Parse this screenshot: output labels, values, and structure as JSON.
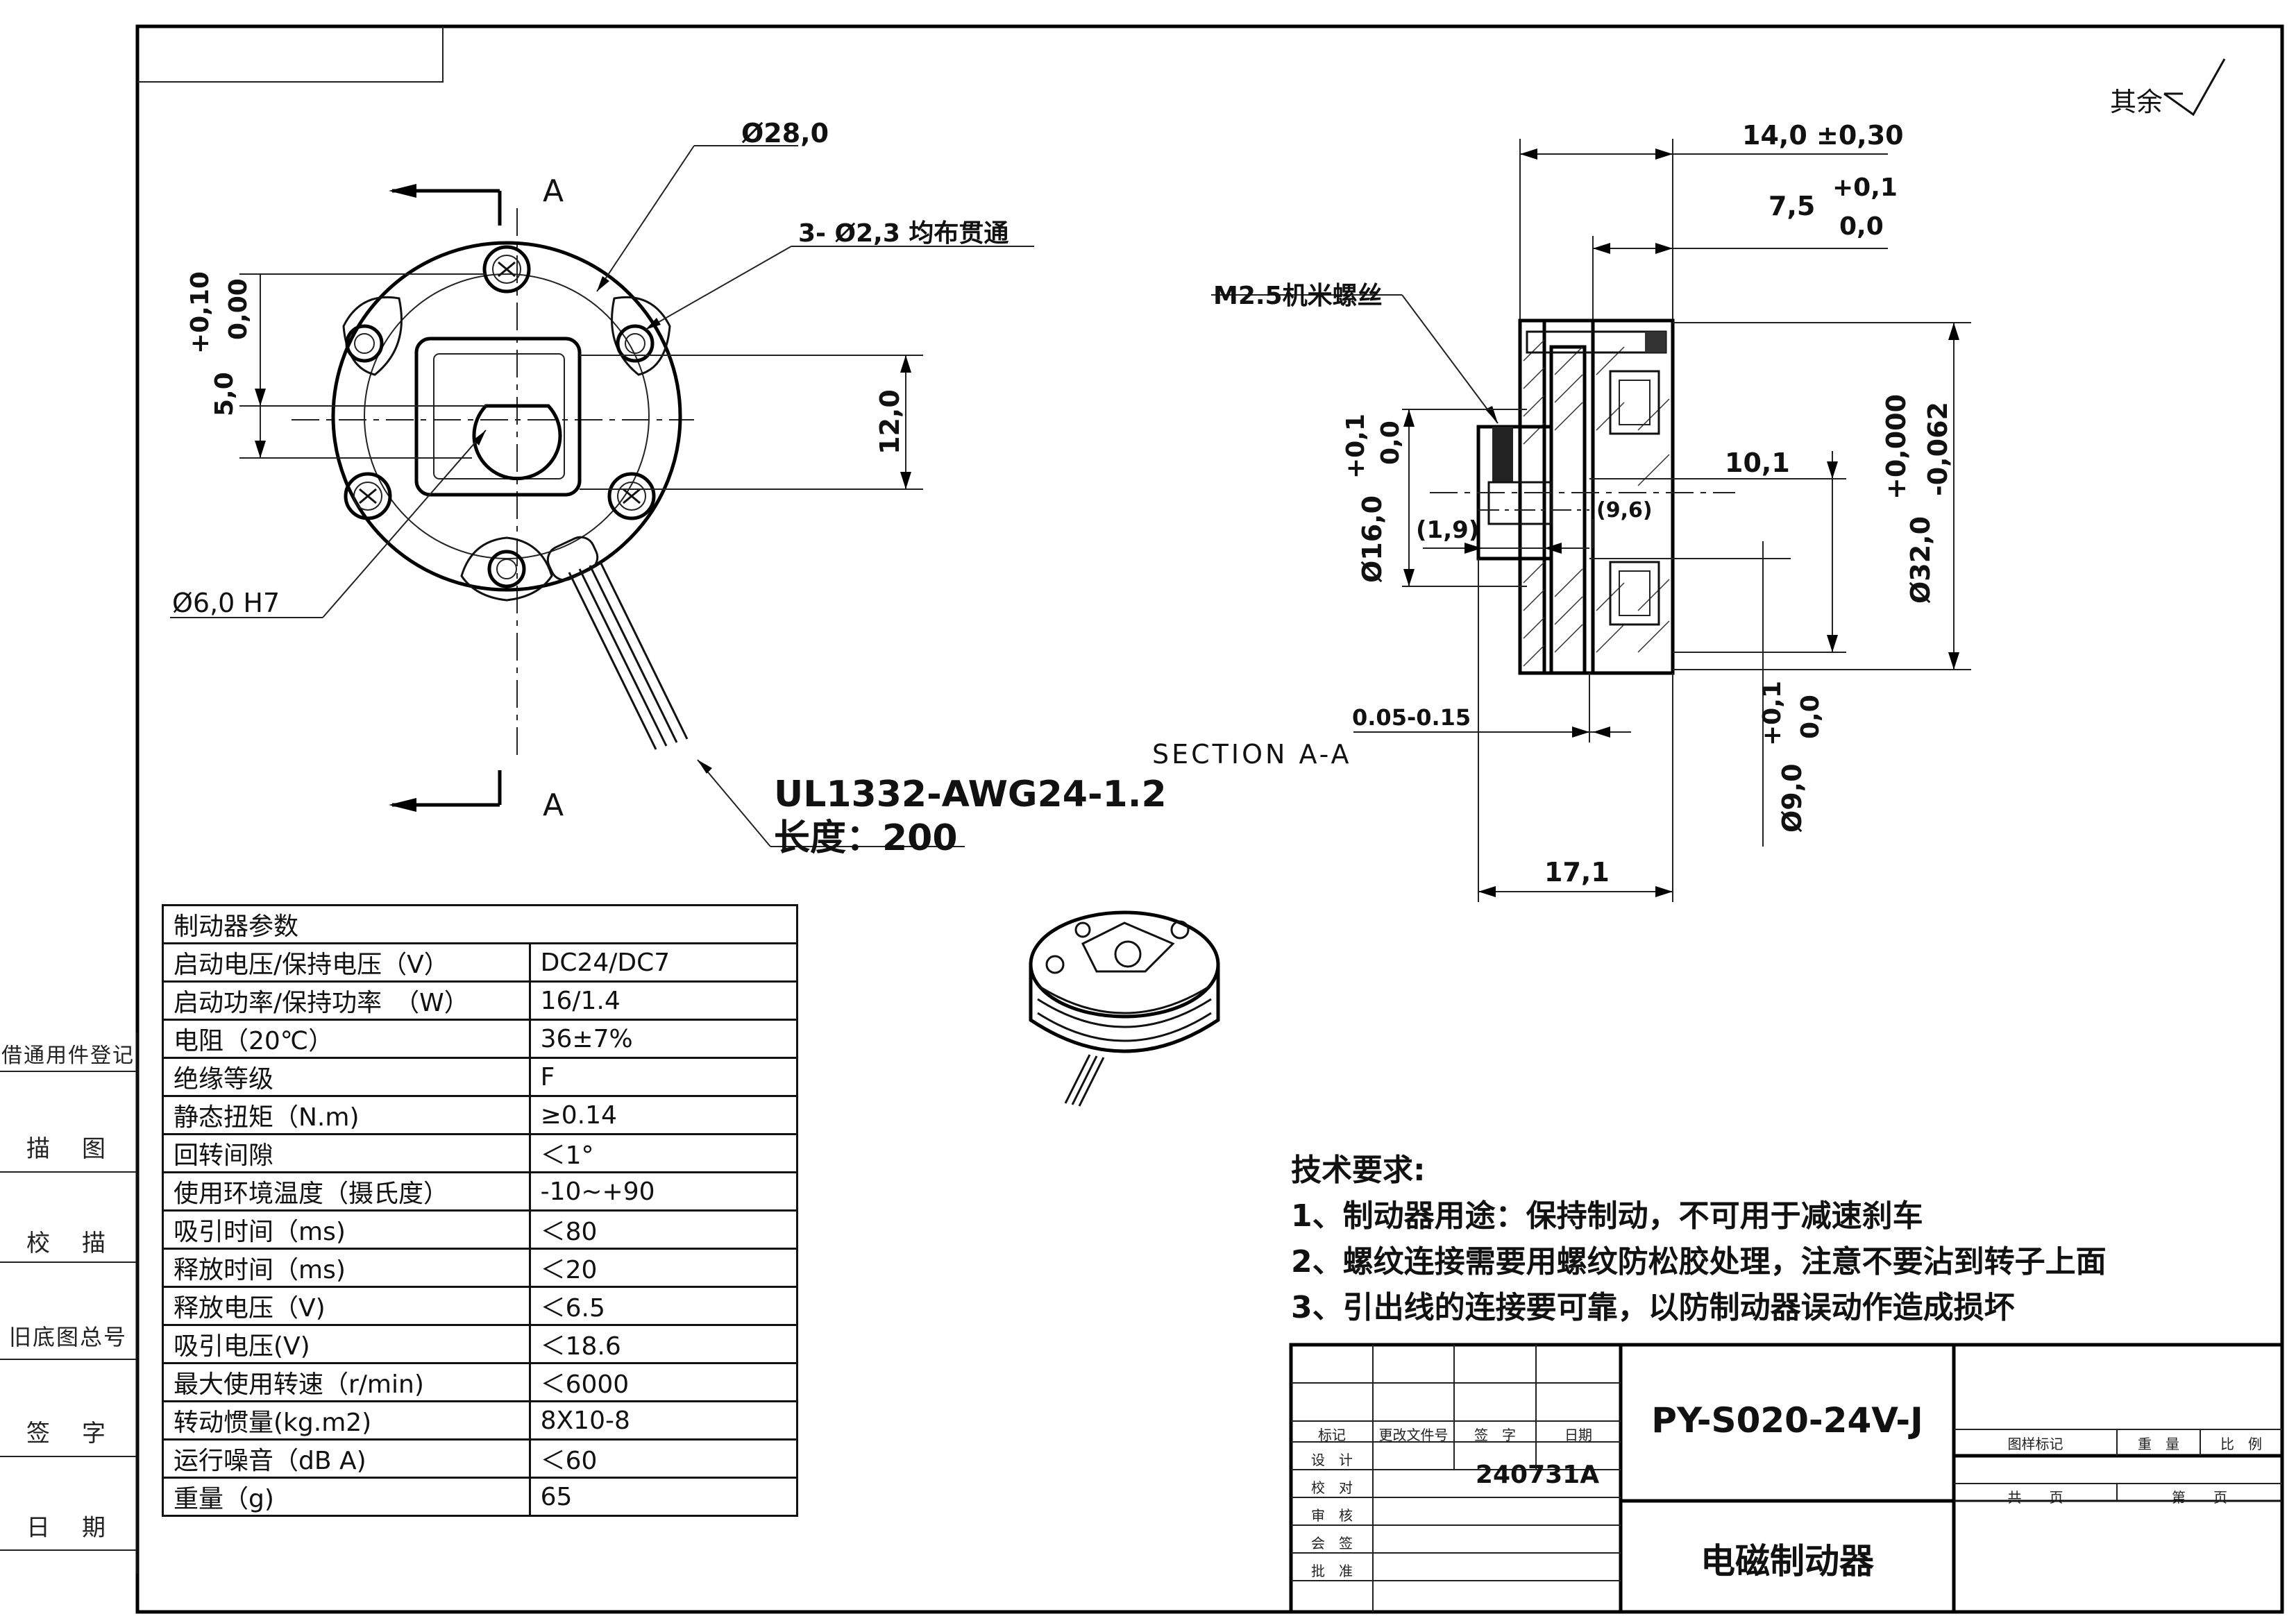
{
  "corner_note": "其余",
  "section_label": "SECTION A-A",
  "section_marker": "A",
  "front_view": {
    "dims": {
      "outer_dia": "Ø28,0",
      "holes": "3-  Ø2,3  均布贯通",
      "flat_tol_upper": "+0,10",
      "flat_tol_lower": "0,00",
      "flat": "5,0",
      "square": "12,0",
      "bore": "Ø6,0  H7"
    },
    "cable_spec": "UL1332-AWG24-1.2",
    "cable_length": "长度：200"
  },
  "section_view": {
    "dims": {
      "width_total": "14,0  ±0,30",
      "width_part": "7,5",
      "width_part_tol_upper": "+0,1",
      "width_part_tol_lower": "0,0",
      "screw": "M2.5机米螺丝",
      "hub_tol_upper": "+0,1",
      "hub_tol_lower": "0,0",
      "hub_dia": "Ø16,0",
      "step": "(1,9)",
      "inner": "(9,6)",
      "gap_h": "10,1",
      "outer_tol_upper": "+0,000",
      "outer_tol_lower": "-0,062",
      "outer_dia": "Ø32,0",
      "airgap": "0.05-0.15",
      "bore_tol_upper": "+0,1",
      "bore_tol_lower": "0,0",
      "bore_dia": "Ø9,0",
      "length": "17,1"
    }
  },
  "param_table": {
    "title": "制动器参数",
    "rows": [
      {
        "name": "启动电压/保持电压（V）",
        "value": "DC24/DC7"
      },
      {
        "name": "启动功率/保持功率　（W）",
        "value": "16/1.4"
      },
      {
        "name": "电阻（20℃）",
        "value": "36±7%"
      },
      {
        "name": "绝缘等级",
        "value": "F"
      },
      {
        "name": "静态扭矩（N.m)",
        "value": "≥0.14"
      },
      {
        "name": "回转间隙",
        "value": "＜1°"
      },
      {
        "name": "使用环境温度（摄氏度）",
        "value": "-10~+90"
      },
      {
        "name": "吸引时间（ms)",
        "value": "＜80"
      },
      {
        "name": "释放时间（ms)",
        "value": "＜20"
      },
      {
        "name": "释放电压（V)",
        "value": "＜6.5"
      },
      {
        "name": "吸引电压(V)",
        "value": "＜18.6"
      },
      {
        "name": "最大使用转速（r/min)",
        "value": "＜6000"
      },
      {
        "name": "转动惯量(kg.m2)",
        "value": "8X10-8"
      },
      {
        "name": "运行噪音（dB A)",
        "value": "＜60"
      },
      {
        "name": "重量（g)",
        "value": "65"
      }
    ]
  },
  "side_column": [
    "借通用件登记",
    "描　图",
    "校　描",
    "旧底图总号",
    "签　字",
    "日　期"
  ],
  "tech_requirements": {
    "title": "技术要求:",
    "items": [
      "1、制动器用途：保持制动，不可用于减速刹车",
      "2、螺纹连接需要用螺纹防松胶处理，注意不要沾到转子上面",
      "3、引出线的连接要可靠，以防制动器误动作造成损坏"
    ]
  },
  "title_block": {
    "part_number": "PY-S020-24V-J",
    "part_name": "电磁制动器",
    "drawing_code": "240731A",
    "labels": {
      "mark": "标记",
      "change_doc": "更改文件号",
      "signature": "签　字",
      "date": "日期",
      "design": "设　计",
      "check": "校　对",
      "review": "审　核",
      "countersign": "会　签",
      "approve": "批　准",
      "drawing_mark": "图样标记",
      "weight": "重　量",
      "scale": "比　例",
      "total": "共　　页",
      "page": "第　　页"
    }
  }
}
